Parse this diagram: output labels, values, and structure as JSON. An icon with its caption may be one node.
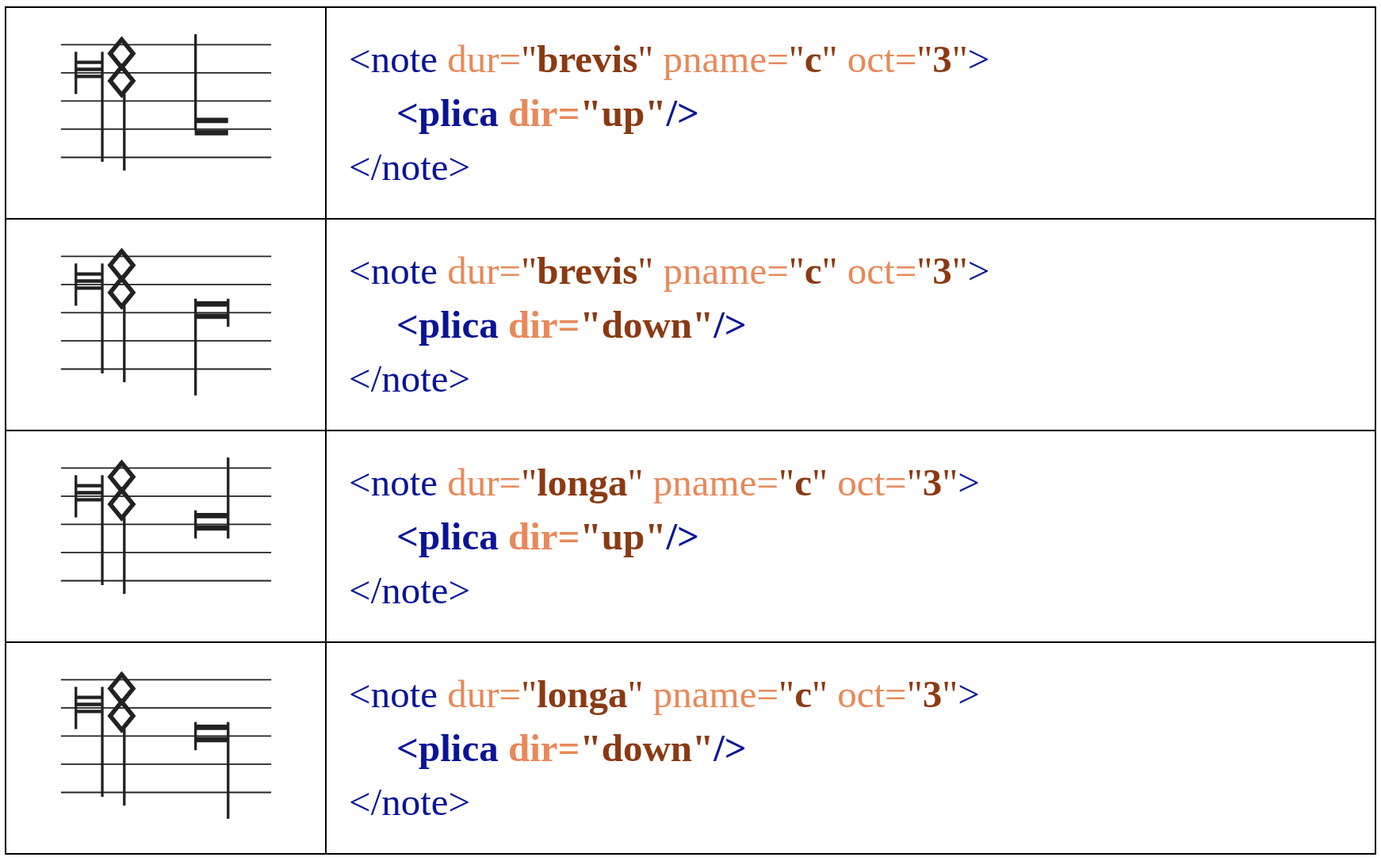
{
  "diagram": {
    "labels": [
      "<note dur=\"**brevis**\" pname=\"**c**\" oct=\"**3**\">",
      "<plica dir=\"up\"/>",
      "</note>",
      "<note dur=\"**brevis**\" pname=\"**c**\" oct=\"**3**\">",
      "<plica dir=\"down\"/>",
      "</note>",
      "<note dur=\"**longa**\" pname=\"**c**\" oct=\"**3**\">",
      "<plica dir=\"up\"/>",
      "</note>",
      "<note dur=\"**longa**\" pname=\"**c**\" oct=\"**3**\">",
      "<plica dir=\"down\"/>",
      "</note>"
    ]
  }
}
